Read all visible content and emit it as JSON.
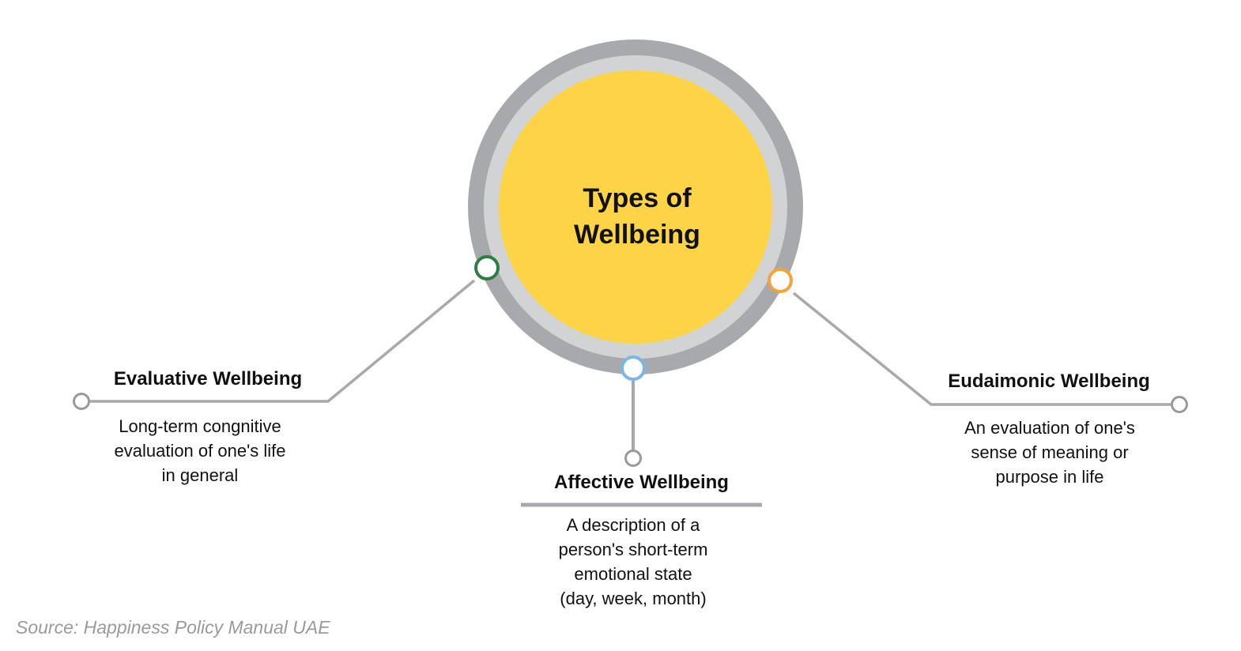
{
  "center": {
    "title_lines": [
      "Types of",
      "Wellbeing"
    ]
  },
  "nodes": [
    {
      "id": "evaluative",
      "heading": "Evaluative Wellbeing",
      "description_lines": [
        "Long-term congnitive",
        "evaluation of one's life",
        "in general"
      ],
      "marker_color": "#2e7d46"
    },
    {
      "id": "affective",
      "heading": "Affective Wellbeing",
      "description_lines": [
        "A description of a",
        "person's short-term",
        "emotional state",
        "(day, week, month)"
      ],
      "marker_color": "#7bb6e6"
    },
    {
      "id": "eudaimonic",
      "heading": "Eudaimonic Wellbeing",
      "description_lines": [
        "An evaluation of one's",
        "sense of meaning or",
        "purpose in life"
      ],
      "marker_color": "#f4a33a"
    }
  ],
  "source": "Source: Happiness Policy Manual UAE",
  "colors": {
    "center_fill": "#fdd445",
    "outer_ring": "#a7a9ac",
    "inner_ring": "#d1d3d4",
    "connector": "#a7a9ac",
    "end_marker": "#9a9a9a"
  }
}
